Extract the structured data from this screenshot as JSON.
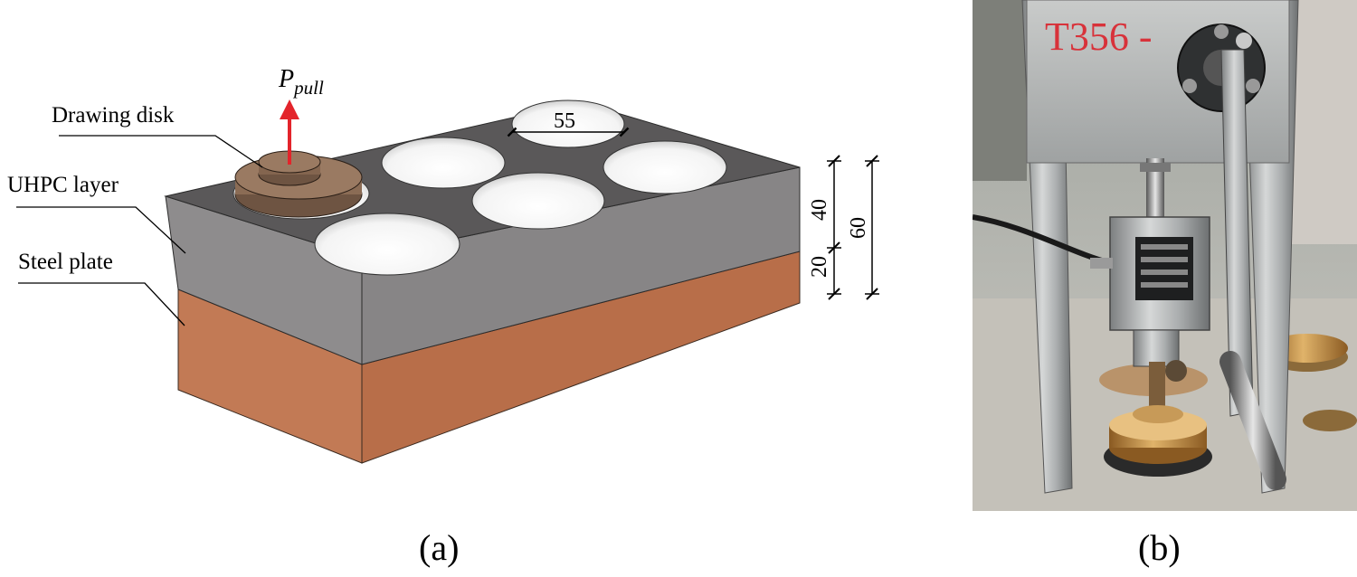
{
  "panel_a": {
    "force_label_main": "P",
    "force_label_sub": "pull",
    "labels": {
      "drawing_disk": "Drawing disk",
      "uhpc_layer": "UHPC layer",
      "steel_plate": "Steel plate"
    },
    "dimensions": {
      "hole_diameter": "55",
      "uhpc_thickness": "40",
      "steel_thickness": "20",
      "total_thickness": "60"
    },
    "colors": {
      "top_face": "#5a5859",
      "uhpc_side": "#8e8c8d",
      "steel_side": "#c27a55",
      "disk": "#8b6c55",
      "arrow": "#e3242b"
    },
    "caption": "(a)"
  },
  "panel_b": {
    "plate_marking": "T356 -",
    "caption": "(b)"
  }
}
